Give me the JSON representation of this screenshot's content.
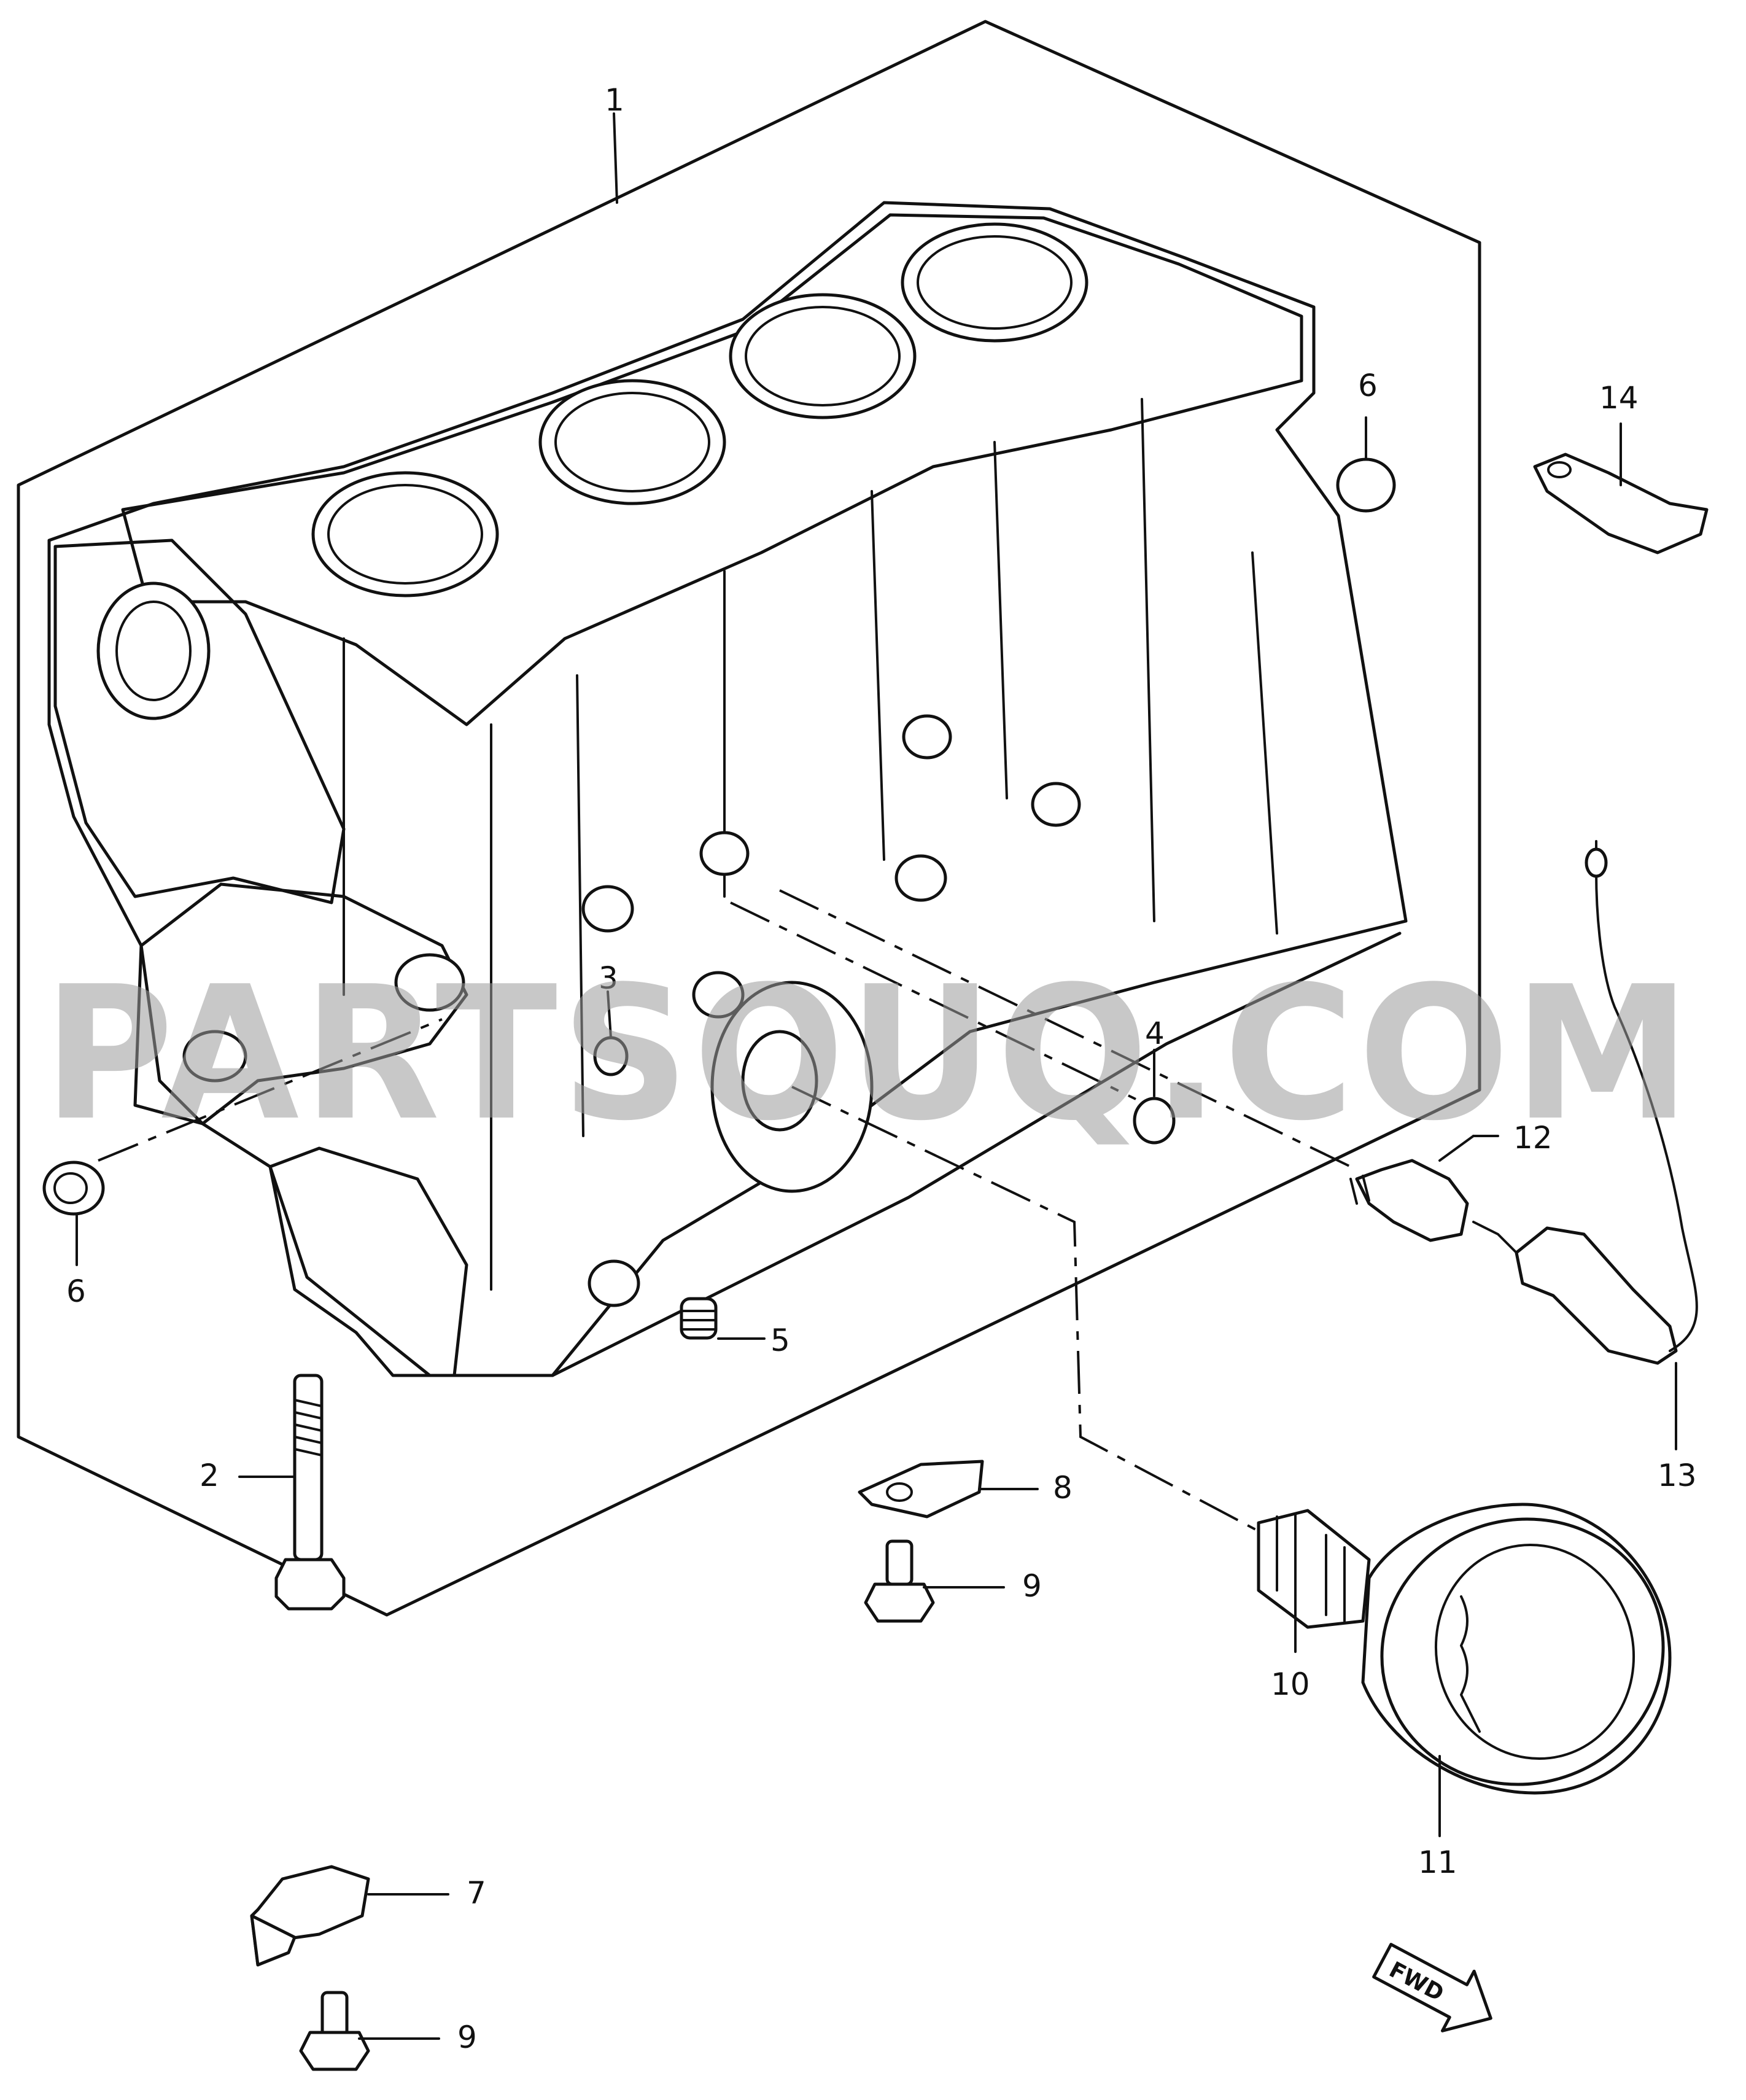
{
  "watermark": "PARTSOUQ.COM",
  "fwd_label": "FWD",
  "callouts": {
    "c1": "1",
    "c2": "2",
    "c3": "3",
    "c4": "4",
    "c5": "5",
    "c6a": "6",
    "c6b": "6",
    "c7": "7",
    "c8": "8",
    "c9a": "9",
    "c9b": "9",
    "c10": "10",
    "c11": "11",
    "c12": "12",
    "c13": "13",
    "c14": "14"
  }
}
